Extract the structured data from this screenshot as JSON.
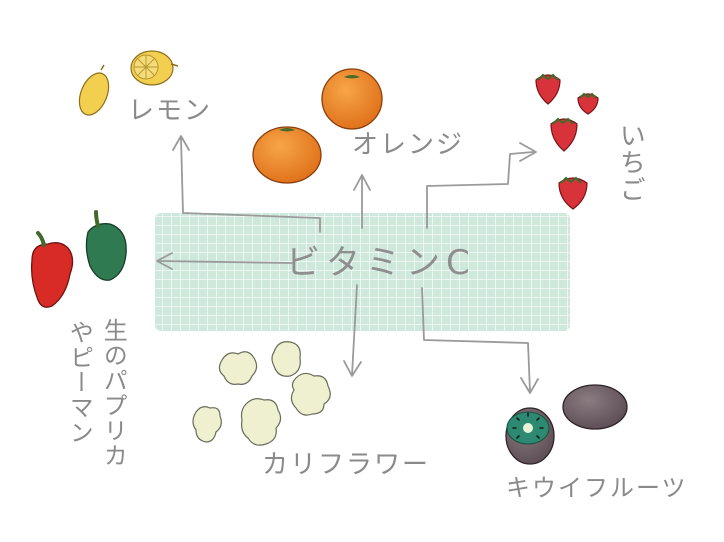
{
  "center": {
    "label": "ビタミンC",
    "grid_color": "#cfe8dc",
    "grid_line": "#ffffff"
  },
  "items": [
    {
      "key": "lemon",
      "label": "レモン",
      "icon": "lemon-icon",
      "color": "#f2cf4e"
    },
    {
      "key": "orange",
      "label": "オレンジ",
      "icon": "orange-icon",
      "color": "#ef8a2c"
    },
    {
      "key": "strawberry",
      "label": "いちご",
      "icon": "strawberry-icon",
      "color": "#d8323a"
    },
    {
      "key": "paprika",
      "label_line1": "生のパプリカ",
      "label_line2": "やピーマン",
      "icon": "bell-pepper-icon",
      "color": "#d92b25"
    },
    {
      "key": "cauliflower",
      "label": "カリフラワー",
      "icon": "cauliflower-icon",
      "color": "#eef0cf"
    },
    {
      "key": "kiwi",
      "label": "キウイフルーツ",
      "icon": "kiwi-icon",
      "color": "#6b5d63"
    }
  ],
  "arrow_color": "#9a9a9a"
}
